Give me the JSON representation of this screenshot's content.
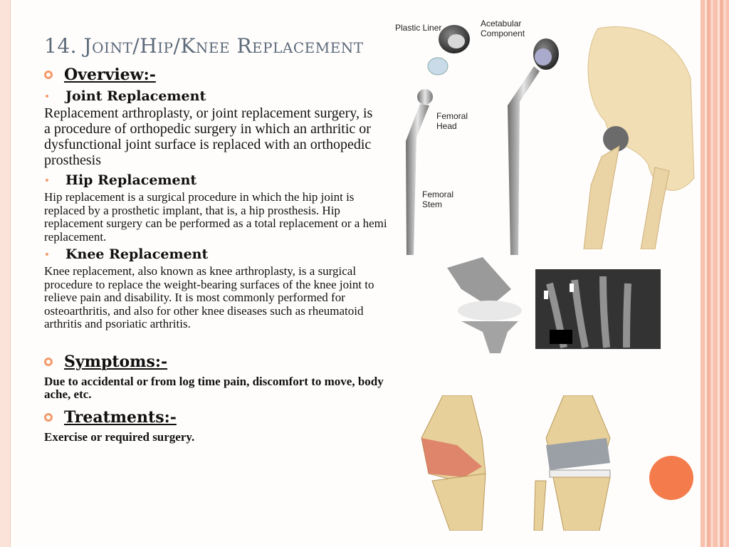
{
  "title": {
    "number": "14.",
    "text": "Joint/Hip/Knee  Replacement"
  },
  "overview": {
    "heading": "Overview:-",
    "joint": {
      "heading": "Joint Replacement",
      "body": "Replacement arthroplasty, or joint replacement surgery, is a procedure of orthopedic surgery in which an arthritic or dysfunctional joint surface is replaced with an orthopedic prosthesis"
    },
    "hip": {
      "heading": "Hip Replacement",
      "body": "Hip replacement is a surgical procedure in which the hip joint is replaced by a prosthetic implant, that is, a hip prosthesis. Hip replacement surgery can be performed as a total replacement or a hemi replacement."
    },
    "knee": {
      "heading": "Knee Replacement",
      "body": "Knee replacement, also known as knee arthroplasty, is a surgical procedure to replace the weight-bearing surfaces of the knee joint to relieve pain and disability. It is most commonly performed for osteoarthritis, and also for other knee diseases such as rheumatoid arthritis and psoriatic arthritis."
    }
  },
  "symptoms": {
    "heading": "Symptoms:-",
    "body": "Due to accidental or from log time pain, discomfort to move, body ache, etc."
  },
  "treatments": {
    "heading": "Treatments:-",
    "body": "Exercise or required surgery."
  },
  "diagram_labels": {
    "plastic_liner": "Plastic Liner",
    "acetabular": "Acetabular Component",
    "femoral_head": "Femoral Head",
    "femoral_stem": "Femoral Stem"
  },
  "colors": {
    "accent": "#f39b6b",
    "dot": "#f37b4c",
    "title": "#5c6a7a"
  }
}
